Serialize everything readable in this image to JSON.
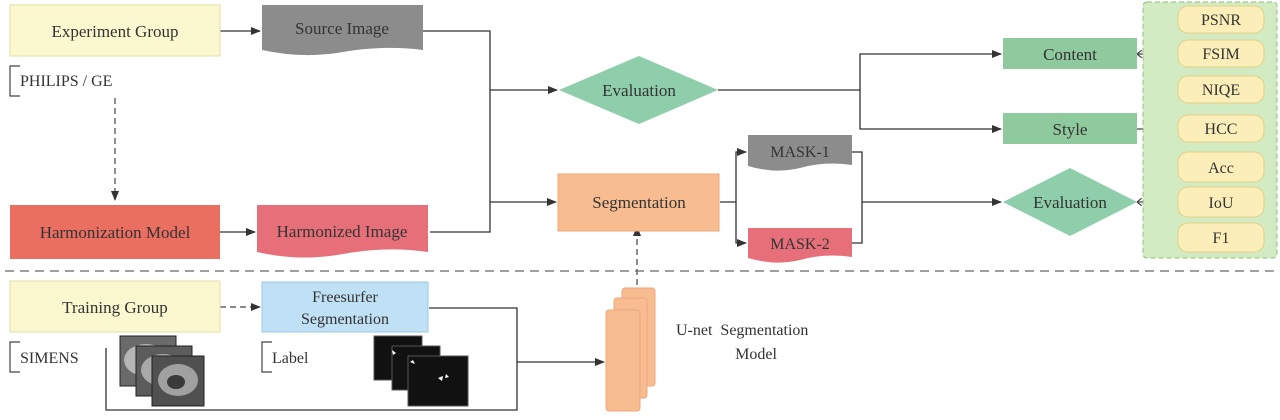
{
  "nodes": {
    "experiment_group": "Experiment Group",
    "philips_ge": "PHILIPS / GE",
    "source_image": "Source Image",
    "harmonization_model": "Harmonization Model",
    "harmonized_image": "Harmonized Image",
    "evaluation_top": "Evaluation",
    "segmentation": "Segmentation",
    "mask1": "MASK-1",
    "mask2": "MASK-2",
    "content": "Content",
    "style": "Style",
    "evaluation_bottom": "Evaluation",
    "training_group": "Training Group",
    "simens": "SIMENS",
    "freesurfer_line1": "Freesurfer",
    "freesurfer_line2": "Segmentation",
    "label": "Label",
    "unet_line1": "U-net  Segmentation",
    "unet_line2": "Model"
  },
  "metrics": {
    "psnr": "PSNR",
    "fsim": "FSIM",
    "niqe": "NIQE",
    "hcc": "HCC",
    "acc": "Acc",
    "iou": "IoU",
    "f1": "F1"
  },
  "colors": {
    "group_yellow": "#fbf8cf",
    "source_gray": "#8c8c8c",
    "harmonization_red": "#ea6f60",
    "harmonized_pink": "#e66f7a",
    "diamond_green": "#8fceab",
    "segmentation_orange": "#f8bc91",
    "content_green": "#8fca9e",
    "metric_panel": "#d2ebc3",
    "metric_pill": "#fbeeb8",
    "freesurfer_blue": "#bfe0f5",
    "line": "#333333"
  }
}
